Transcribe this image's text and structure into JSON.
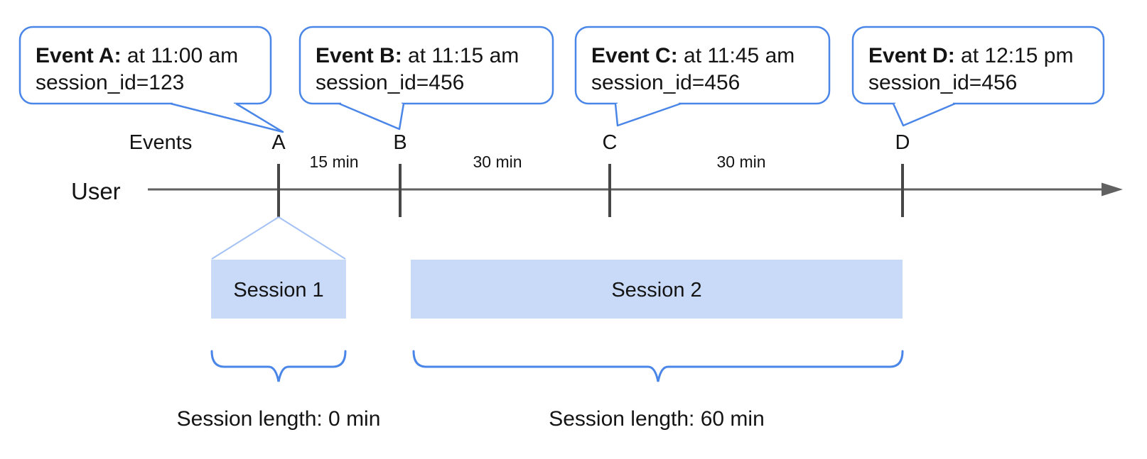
{
  "diagram": {
    "title": "session-timeline-diagram",
    "bubbles": [
      {
        "label": "Event A:",
        "detail": "at 11:00 am",
        "line2": "session_id=123"
      },
      {
        "label": "Event B:",
        "detail": "at 11:15 am",
        "line2": "session_id=456"
      },
      {
        "label": "Event C:",
        "detail": "at 11:45 am",
        "line2": "session_id=456"
      },
      {
        "label": "Event D:",
        "detail": "at 12:15 pm",
        "line2": "session_id=456"
      }
    ],
    "axis": {
      "events_label": "Events",
      "user_label": "User",
      "event_marks": [
        "A",
        "B",
        "C",
        "D"
      ]
    },
    "intervals": [
      "15 min",
      "30 min",
      "30 min"
    ],
    "sessions": [
      {
        "name": "Session 1",
        "length_label": "Session length: 0 min"
      },
      {
        "name": "Session 2",
        "length_label": "Session length: 60 min"
      }
    ],
    "colors": {
      "callout_border_blue": "#4a86e8",
      "brace_blue": "#4a86e8",
      "funnel_light_blue": "#a4c2f4",
      "session_bar_fill": "#c9daf8",
      "timeline_gray": "#616161",
      "tick_gray": "#474747",
      "text_black": "#141414"
    }
  }
}
